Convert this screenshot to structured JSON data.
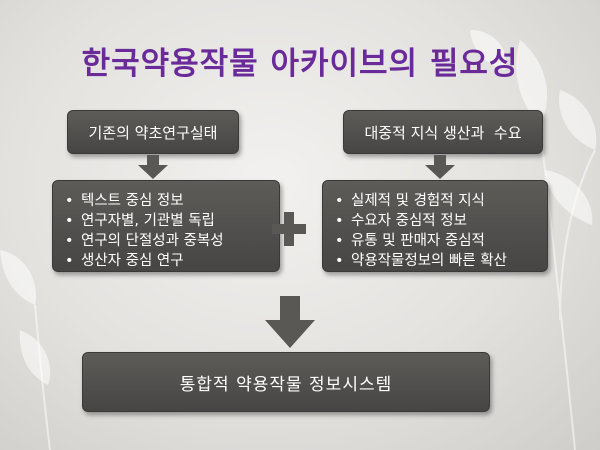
{
  "title": "한국약용작물 아카이브의 필요성",
  "left": {
    "header": "기존의 약초연구실태",
    "items": [
      "텍스트 중심 정보",
      "연구자별, 기관별 독립",
      "연구의 단절성과 중복성",
      "생산자 중심 연구"
    ]
  },
  "right": {
    "header": "대중적 지식 생산과  수요",
    "items": [
      "실제적 및 경험적 지식",
      "수요자 중심적 정보",
      "유통 및 판매자 중심적",
      "약용작물정보의 빠른 확산"
    ]
  },
  "bottom": "통합적 약용작물 정보시스템",
  "colors": {
    "title": "#6a2a9a",
    "box": "#52504d",
    "arrow": "#5a5855"
  }
}
